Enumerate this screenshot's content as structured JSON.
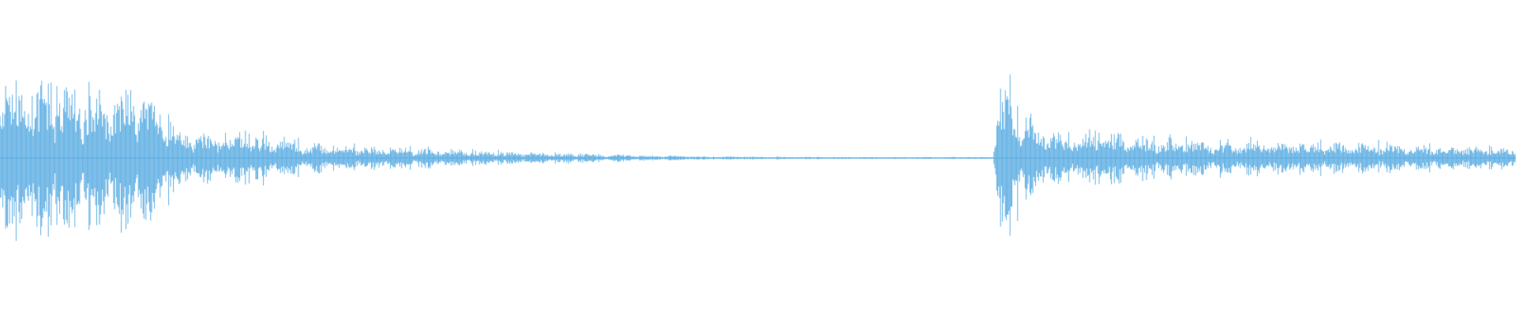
{
  "waveform": {
    "color": "#5daee3",
    "background": "#ffffff",
    "envelope": [
      [
        0.0,
        0.52
      ],
      [
        0.008,
        0.55
      ],
      [
        0.03,
        0.5
      ],
      [
        0.06,
        0.48
      ],
      [
        0.09,
        0.47
      ],
      [
        0.11,
        0.3
      ],
      [
        0.12,
        0.18
      ],
      [
        0.15,
        0.16
      ],
      [
        0.185,
        0.14
      ],
      [
        0.2,
        0.1
      ],
      [
        0.24,
        0.08
      ],
      [
        0.3,
        0.06
      ],
      [
        0.34,
        0.04
      ],
      [
        0.4,
        0.025
      ],
      [
        0.46,
        0.012
      ],
      [
        0.55,
        0.008
      ],
      [
        0.6,
        0.006
      ],
      [
        0.655,
        0.008
      ],
      [
        0.658,
        0.4
      ],
      [
        0.665,
        0.58
      ],
      [
        0.672,
        0.35
      ],
      [
        0.685,
        0.25
      ],
      [
        0.7,
        0.16
      ],
      [
        0.72,
        0.18
      ],
      [
        0.76,
        0.14
      ],
      [
        0.8,
        0.12
      ],
      [
        0.85,
        0.11
      ],
      [
        0.9,
        0.1
      ],
      [
        0.95,
        0.085
      ],
      [
        1.0,
        0.07
      ]
    ]
  }
}
